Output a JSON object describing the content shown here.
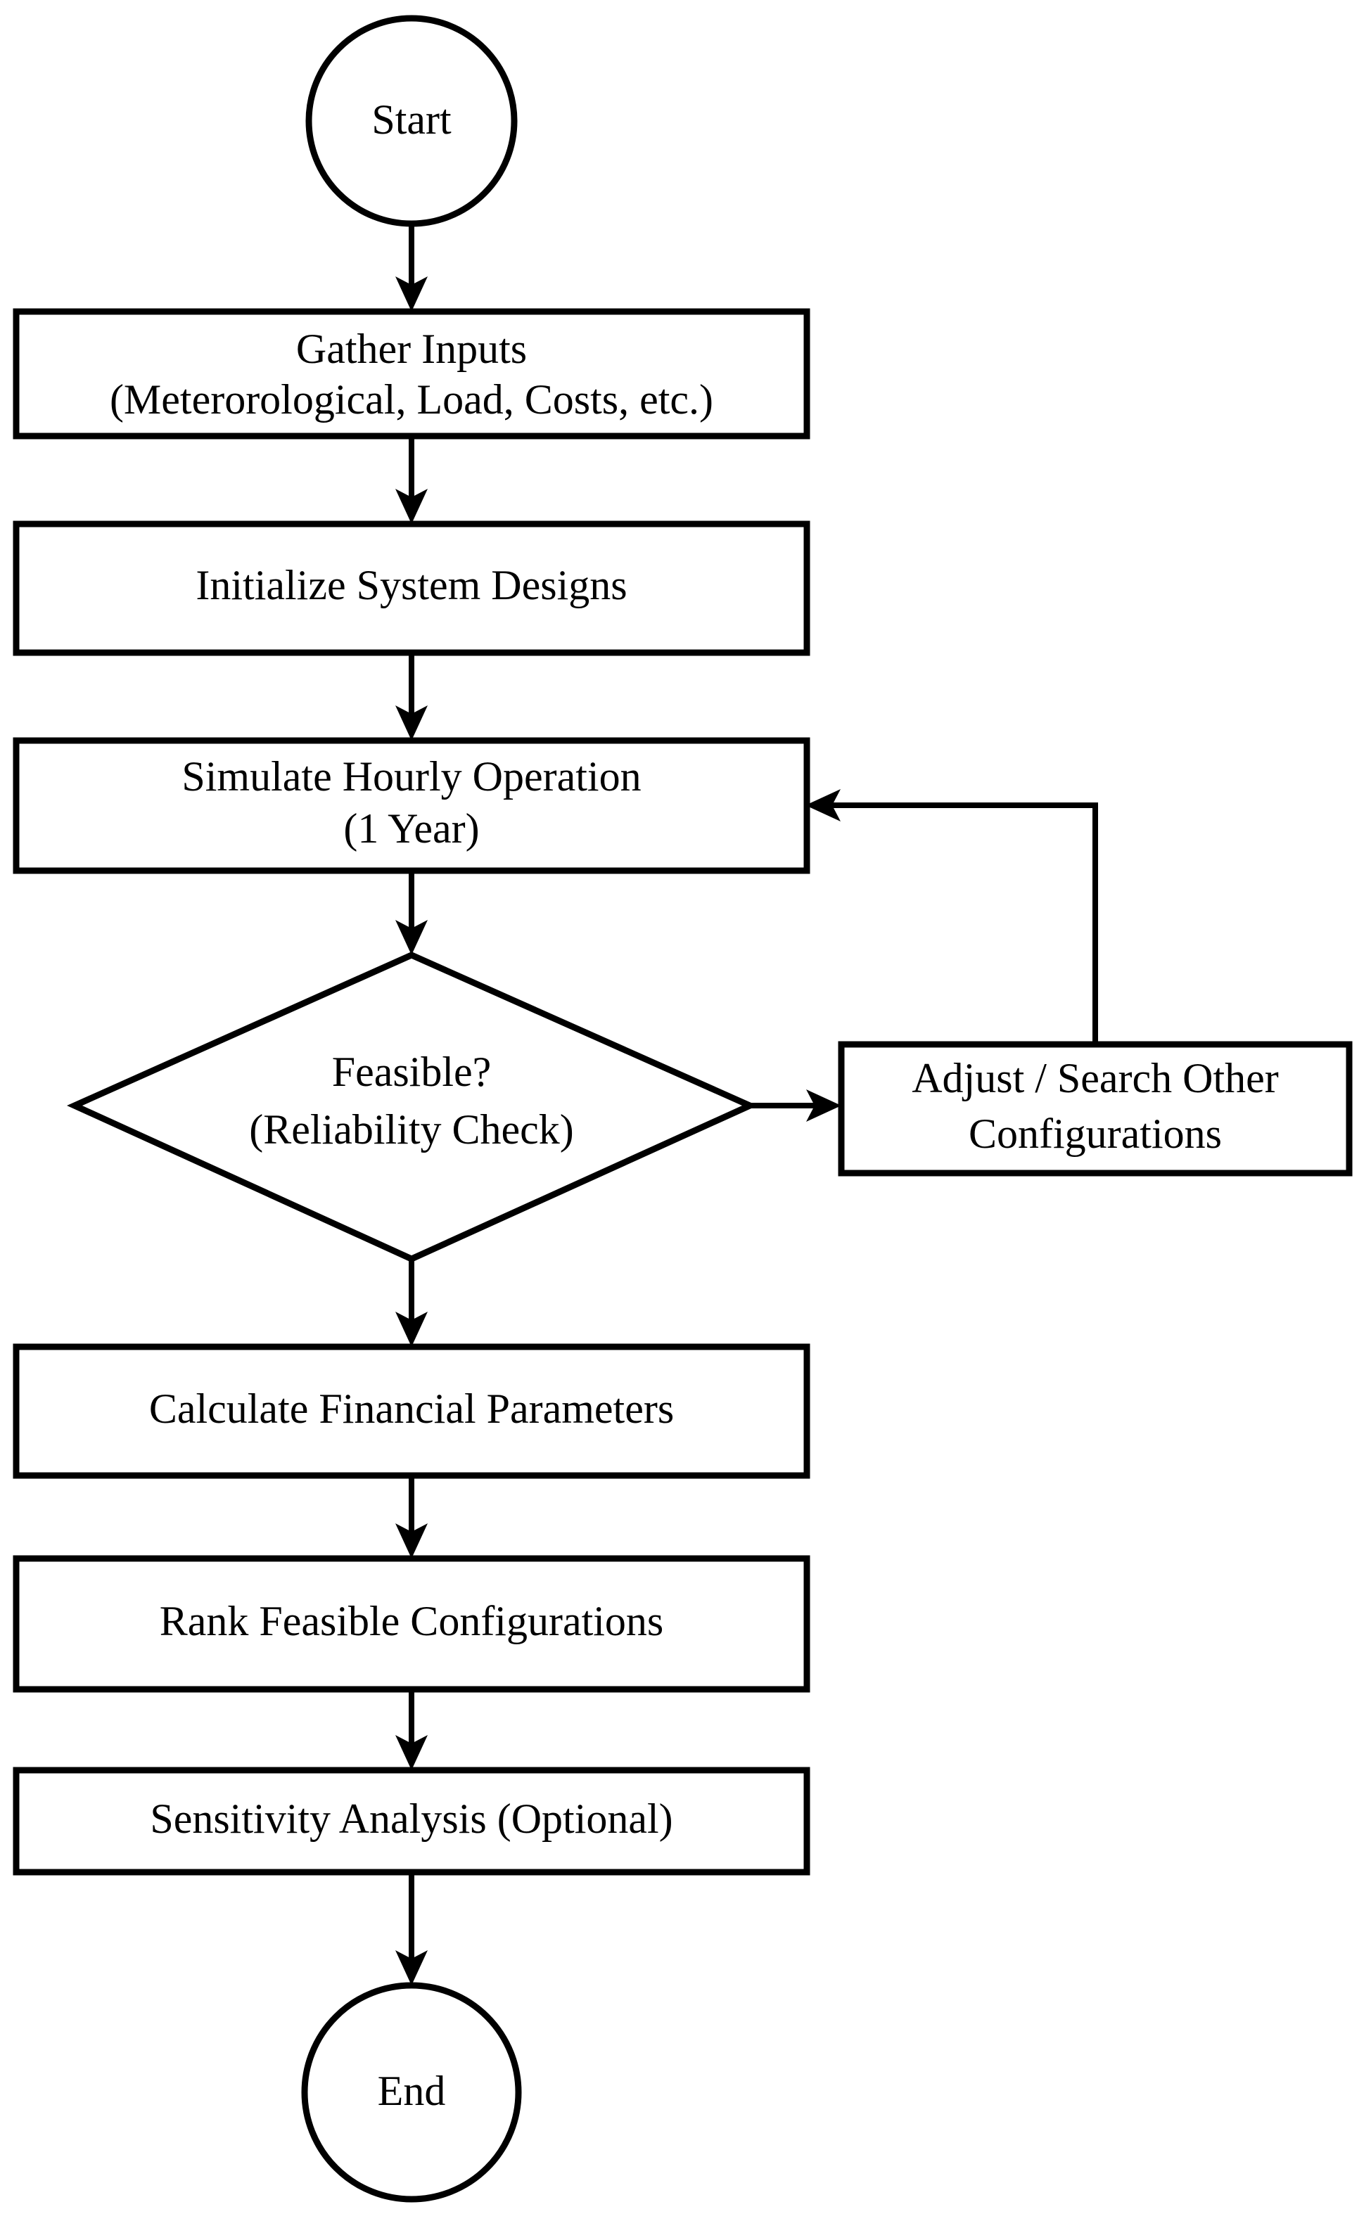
{
  "diagram": {
    "type": "flowchart",
    "orientation": "top-to-bottom",
    "background_color": "#ffffff",
    "line_color": "#000000",
    "text_color": "#000000",
    "nodes": [
      {
        "id": "start",
        "shape": "circle",
        "label": "Start"
      },
      {
        "id": "gather-inputs",
        "shape": "rectangle",
        "label_line1": "Gather Inputs",
        "label_line2": "(Meterorological, Load, Costs, etc.)"
      },
      {
        "id": "initialize-system-designs",
        "shape": "rectangle",
        "label": "Initialize System Designs"
      },
      {
        "id": "simulate-hourly-operation",
        "shape": "rectangle",
        "label_line1": "Simulate Hourly Operation",
        "label_line2": "(1 Year)"
      },
      {
        "id": "feasible-decision",
        "shape": "diamond",
        "label_line1": "Feasible?",
        "label_line2": "(Reliability Check)"
      },
      {
        "id": "adjust-search-other-configurations",
        "shape": "rectangle",
        "label_line1": "Adjust / Search Other",
        "label_line2": "Configurations"
      },
      {
        "id": "calculate-financial-parameters",
        "shape": "rectangle",
        "label": "Calculate Financial Parameters"
      },
      {
        "id": "rank-feasible-configurations",
        "shape": "rectangle",
        "label": "Rank Feasible Configurations"
      },
      {
        "id": "sensitivity-analysis",
        "shape": "rectangle",
        "label": "Sensitivity Analysis (Optional)"
      },
      {
        "id": "end",
        "shape": "circle",
        "label": "End"
      }
    ],
    "edges": [
      {
        "id": "start-to-gather-inputs",
        "from": "start",
        "to": "gather-inputs",
        "label": ""
      },
      {
        "id": "gather-inputs-to-initialize",
        "from": "gather-inputs",
        "to": "initialize-system-designs",
        "label": ""
      },
      {
        "id": "initialize-to-simulate",
        "from": "initialize-system-designs",
        "to": "simulate-hourly-operation",
        "label": ""
      },
      {
        "id": "simulate-to-feasible",
        "from": "simulate-hourly-operation",
        "to": "feasible-decision",
        "label": ""
      },
      {
        "id": "feasible-to-adjust",
        "from": "feasible-decision",
        "to": "adjust-search-other-configurations",
        "label": ""
      },
      {
        "id": "adjust-to-simulate-feedback",
        "from": "adjust-search-other-configurations",
        "to": "simulate-hourly-operation",
        "label": ""
      },
      {
        "id": "feasible-to-calculate",
        "from": "feasible-decision",
        "to": "calculate-financial-parameters",
        "label": ""
      },
      {
        "id": "calculate-to-rank",
        "from": "calculate-financial-parameters",
        "to": "rank-feasible-configurations",
        "label": ""
      },
      {
        "id": "rank-to-sensitivity",
        "from": "rank-feasible-configurations",
        "to": "sensitivity-analysis",
        "label": ""
      },
      {
        "id": "sensitivity-to-end",
        "from": "sensitivity-analysis",
        "to": "end",
        "label": ""
      }
    ]
  }
}
